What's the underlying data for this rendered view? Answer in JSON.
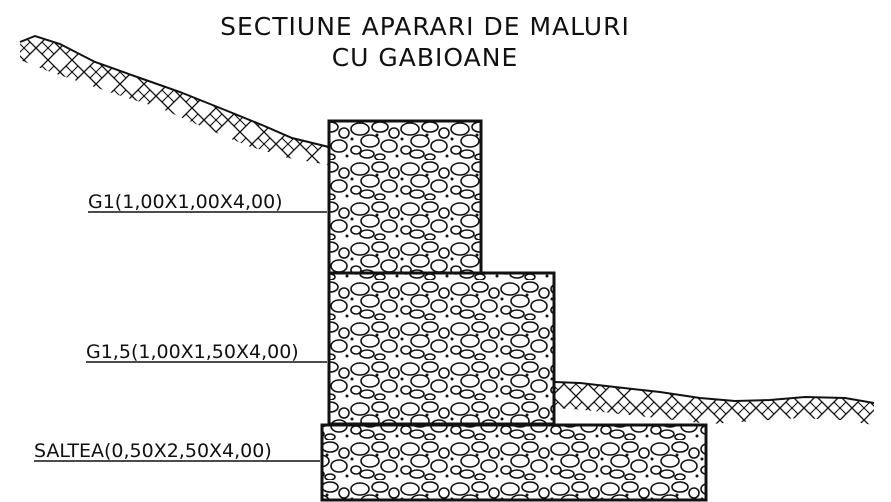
{
  "title": {
    "line1": "SECTIUNE APARARI DE MALURI",
    "line2": "CU GABIOANE"
  },
  "gabions": [
    {
      "id": "G1",
      "label": "G1(1,00X1,00X4,00)"
    },
    {
      "id": "G1.5",
      "label": "G1,5(1,00X1,50X4,00)"
    },
    {
      "id": "saltea",
      "label": "SALTEA(0,50X2,50X4,00)"
    }
  ],
  "colors": {
    "ink": "#111111",
    "background": "#ffffff"
  }
}
